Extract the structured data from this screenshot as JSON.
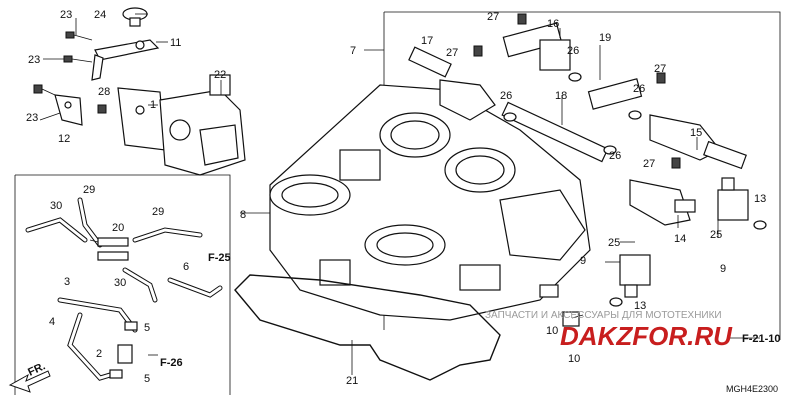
{
  "callouts": [
    {
      "id": "c23a",
      "text": "23"
    },
    {
      "id": "c24",
      "text": "24"
    },
    {
      "id": "c11",
      "text": "11"
    },
    {
      "id": "c23b",
      "text": "23"
    },
    {
      "id": "c22",
      "text": "22"
    },
    {
      "id": "c28",
      "text": "28"
    },
    {
      "id": "c1",
      "text": "1"
    },
    {
      "id": "c23c",
      "text": "23"
    },
    {
      "id": "c12",
      "text": "12"
    },
    {
      "id": "c7",
      "text": "7"
    },
    {
      "id": "c17",
      "text": "17"
    },
    {
      "id": "c27a",
      "text": "27"
    },
    {
      "id": "c16",
      "text": "16"
    },
    {
      "id": "c27b",
      "text": "27"
    },
    {
      "id": "c26a",
      "text": "26"
    },
    {
      "id": "c19",
      "text": "19"
    },
    {
      "id": "c27c",
      "text": "27"
    },
    {
      "id": "c26b",
      "text": "26"
    },
    {
      "id": "c26c",
      "text": "26"
    },
    {
      "id": "c18",
      "text": "18"
    },
    {
      "id": "c26d",
      "text": "26"
    },
    {
      "id": "c15",
      "text": "15"
    },
    {
      "id": "c27d",
      "text": "27"
    },
    {
      "id": "c13a",
      "text": "13"
    },
    {
      "id": "c14",
      "text": "14"
    },
    {
      "id": "c25a",
      "text": "25"
    },
    {
      "id": "c9a",
      "text": "9"
    },
    {
      "id": "c25b",
      "text": "25"
    },
    {
      "id": "c9b",
      "text": "9"
    },
    {
      "id": "c13b",
      "text": "13"
    },
    {
      "id": "c10a",
      "text": "10"
    },
    {
      "id": "c10b",
      "text": "10"
    },
    {
      "id": "c8",
      "text": "8"
    },
    {
      "id": "c29a",
      "text": "29"
    },
    {
      "id": "c30a",
      "text": "30"
    },
    {
      "id": "c20",
      "text": "20"
    },
    {
      "id": "c29b",
      "text": "29"
    },
    {
      "id": "c30b",
      "text": "30"
    },
    {
      "id": "c6",
      "text": "6"
    },
    {
      "id": "c3",
      "text": "3"
    },
    {
      "id": "c4",
      "text": "4"
    },
    {
      "id": "c5a",
      "text": "5"
    },
    {
      "id": "c2",
      "text": "2"
    },
    {
      "id": "c5b",
      "text": "5"
    },
    {
      "id": "c21",
      "text": "21"
    }
  ],
  "refs": {
    "f25": "F-25",
    "f26": "F-26",
    "f2110": "F-21-10",
    "front": "FR."
  },
  "watermark": {
    "text": "ЗАПЧАСТИ И АКСЕССУАРЫ ДЛЯ МОТОТЕХНИКИ",
    "logo": "DAKZFOR.RU"
  },
  "diagram_code": "MGH4E2300",
  "colors": {
    "line": "#111111",
    "watermark": "#c81e1e"
  }
}
